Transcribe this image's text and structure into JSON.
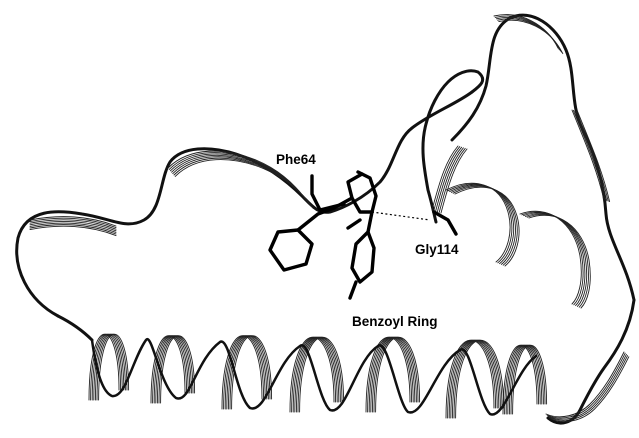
{
  "labels": {
    "residue_1": "Phe64",
    "residue_2": "Gly114",
    "ligand_group": "Benzoyl Ring"
  },
  "colors": {
    "background": "#ffffff",
    "ink": "#000000"
  }
}
